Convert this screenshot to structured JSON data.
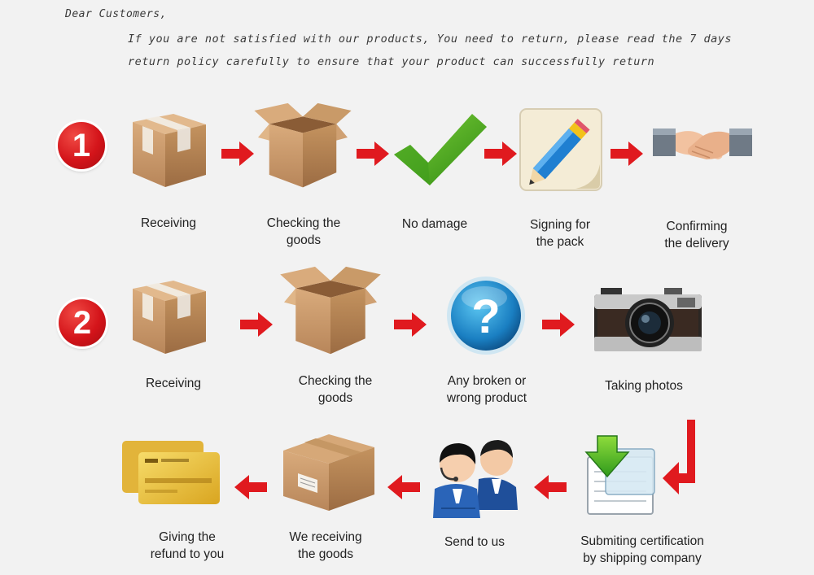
{
  "header": {
    "greeting": "Dear Customers,",
    "line1": "If you are not satisfied with our products, You need to return, please read the 7 days",
    "line2": "return policy carefully to ensure that your product can successfully return"
  },
  "step1": {
    "number": "1",
    "items": [
      {
        "label": "Receiving",
        "icon": "closed-box-icon"
      },
      {
        "label": "Checking the\ngoods",
        "icon": "open-box-icon"
      },
      {
        "label": "No damage",
        "icon": "checkmark-icon"
      },
      {
        "label": "Signing for\nthe pack",
        "icon": "pencil-icon"
      },
      {
        "label": "Confirming\nthe delivery",
        "icon": "handshake-icon"
      }
    ]
  },
  "step2": {
    "number": "2",
    "items": [
      {
        "label": "Receiving",
        "icon": "closed-box-icon"
      },
      {
        "label": "Checking the\ngoods",
        "icon": "open-box-icon"
      },
      {
        "label": "Any broken or\nwrong product",
        "icon": "question-icon"
      },
      {
        "label": "Taking photos",
        "icon": "camera-icon"
      }
    ]
  },
  "step3": {
    "items": [
      {
        "label": "Giving the\nrefund to you",
        "icon": "credit-card-icon"
      },
      {
        "label": "We receiving\nthe goods",
        "icon": "package-icon"
      },
      {
        "label": "Send to us",
        "icon": "support-agents-icon"
      },
      {
        "label": "Submiting certification\nby shipping company",
        "icon": "download-document-icon"
      }
    ]
  },
  "colors": {
    "badge": "#d4141a",
    "arrow": "#e01a1f",
    "box": "#c89a6a"
  }
}
